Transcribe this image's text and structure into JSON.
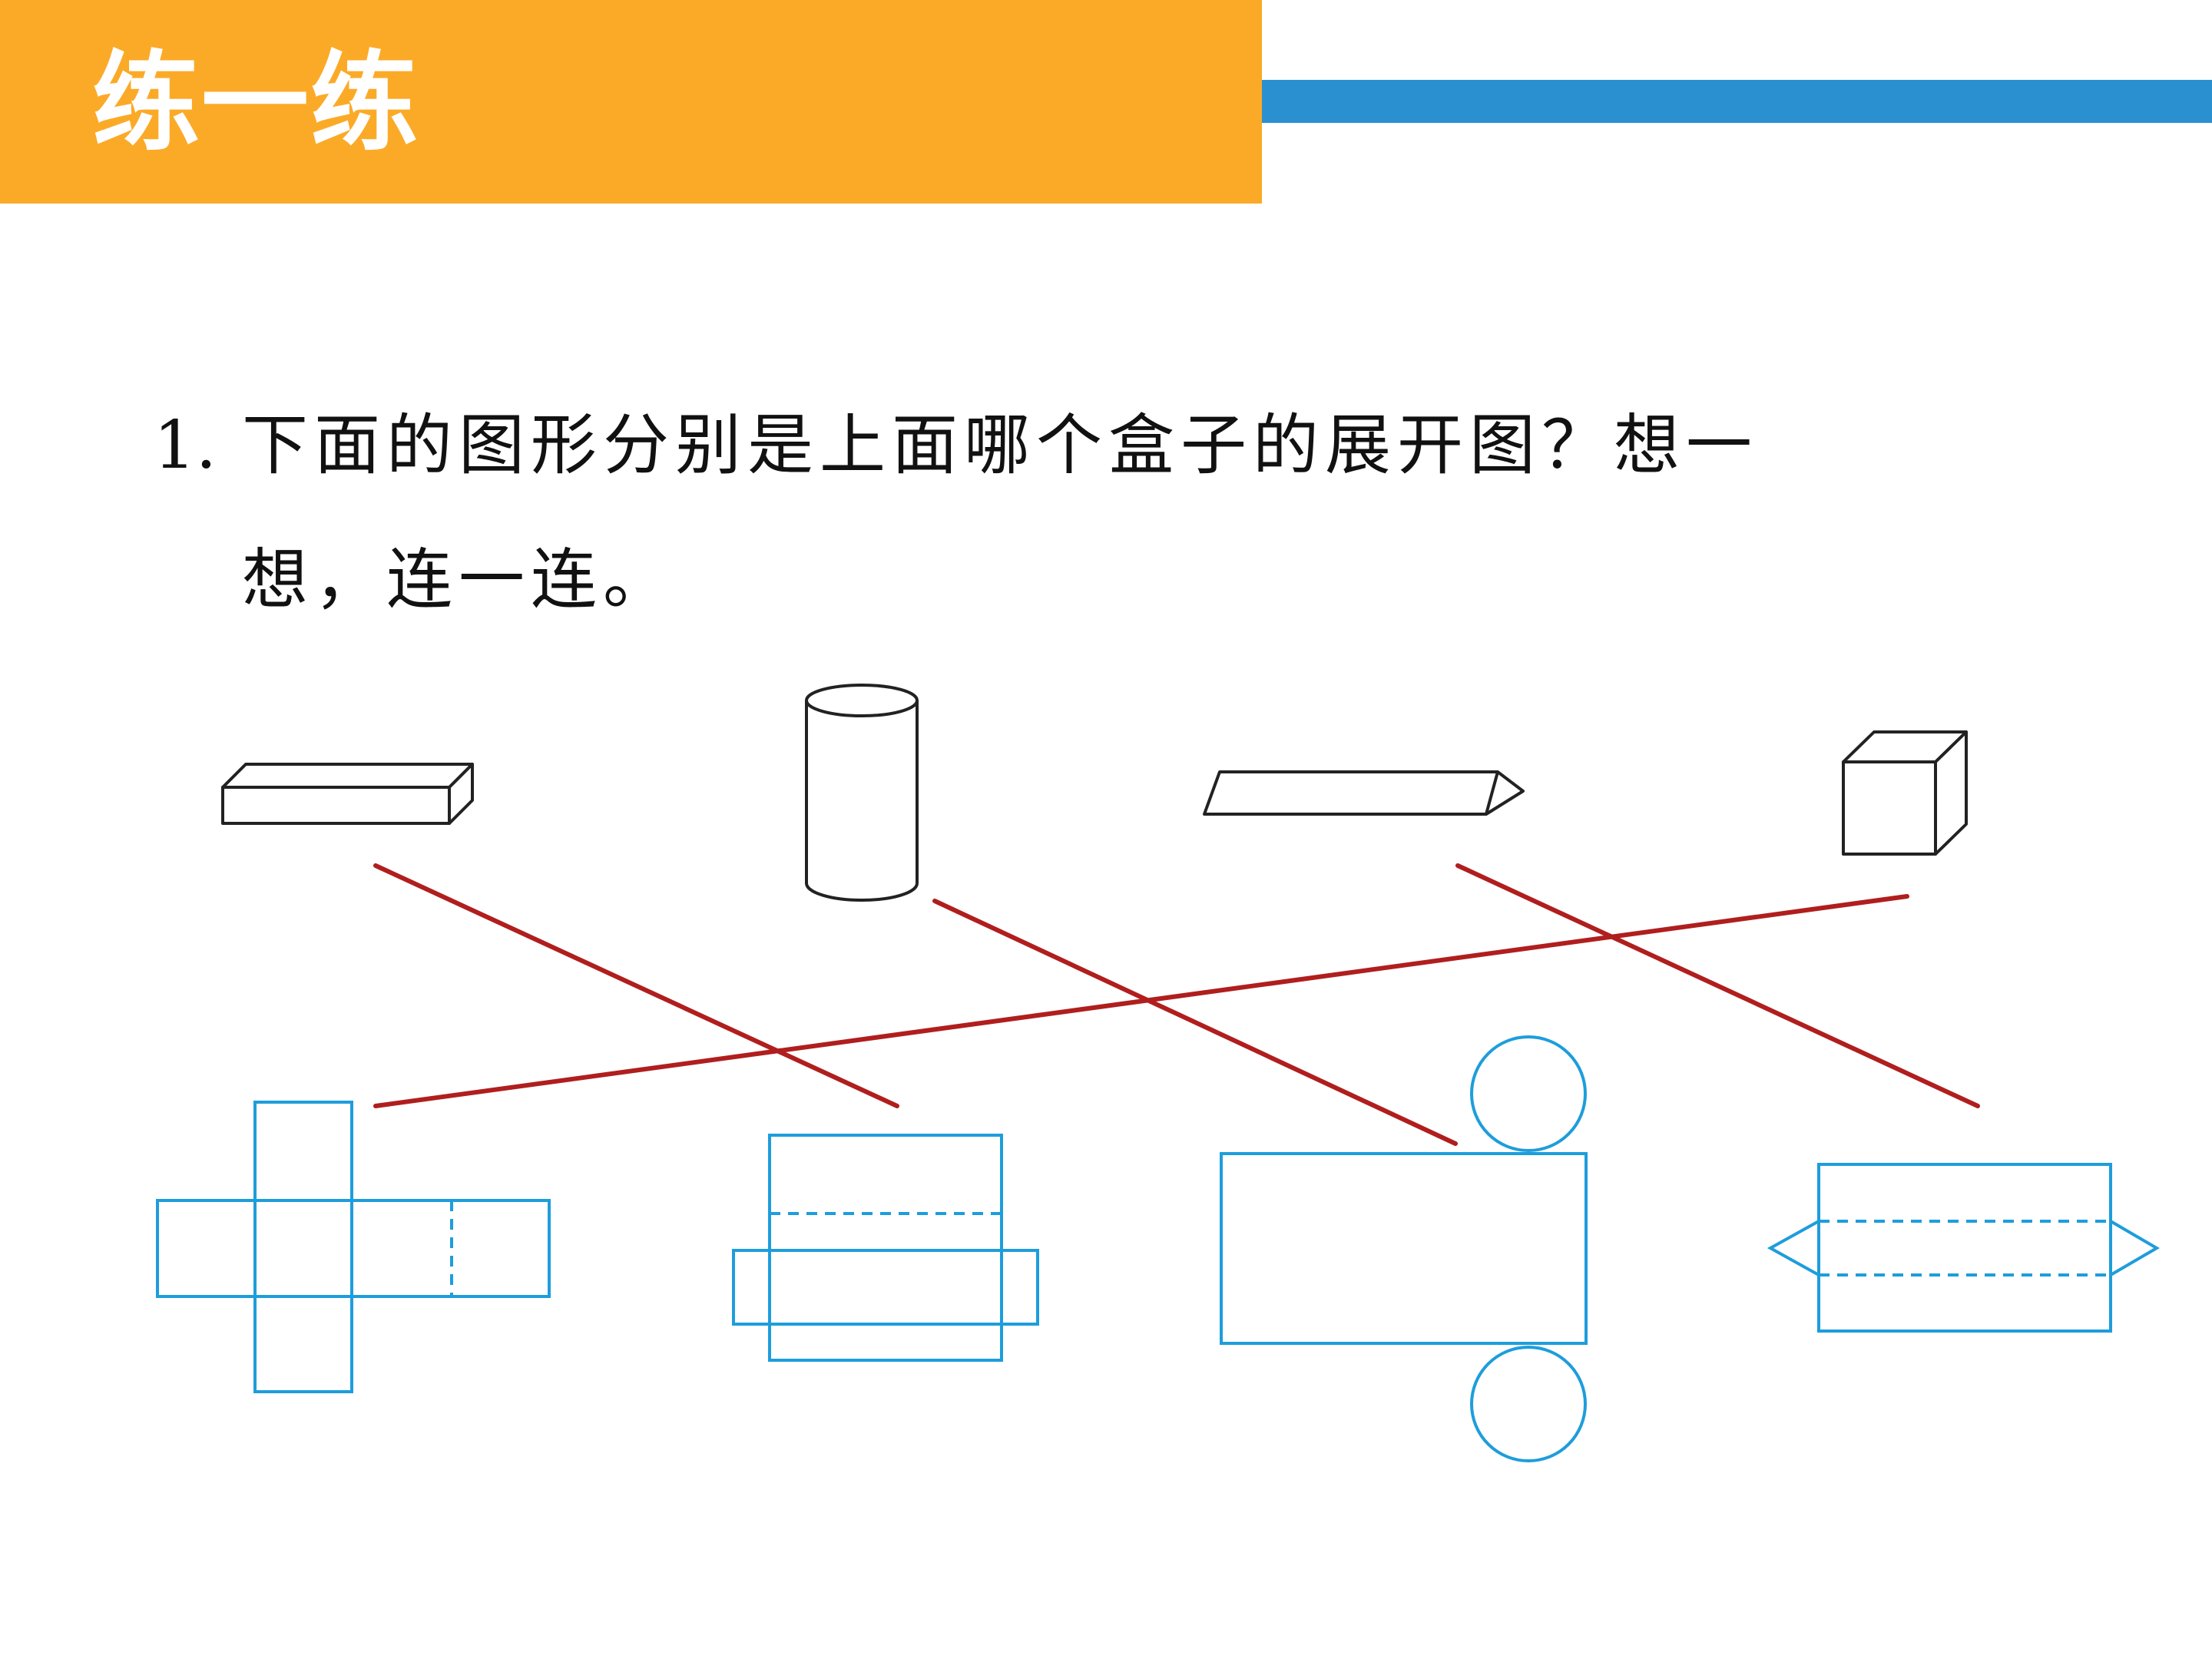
{
  "header": {
    "title": "练一练",
    "bar_color": "#FBAA28",
    "accent_color": "#2B90D0"
  },
  "question": {
    "number": "1.",
    "line1": "下面的图形分别是上面哪个盒子的展开图？想一",
    "line2": "想，连一连。"
  },
  "colors": {
    "solid_stroke": "#222222",
    "net_stroke": "#1E9DDB",
    "answer_line": "#B01E1E"
  },
  "solids": [
    "long-cuboid-icon",
    "cylinder-icon",
    "triangular-prism-icon",
    "cube-icon"
  ],
  "nets": [
    "cube-net-icon",
    "cuboid-net-icon",
    "cylinder-net-icon",
    "prism-net-icon"
  ],
  "answers": [
    {
      "solid": "long-cuboid",
      "net": "cuboid-net"
    },
    {
      "solid": "cylinder",
      "net": "cylinder-net"
    },
    {
      "solid": "triangular-prism",
      "net": "prism-net"
    },
    {
      "solid": "cube",
      "net": "cube-net"
    }
  ]
}
